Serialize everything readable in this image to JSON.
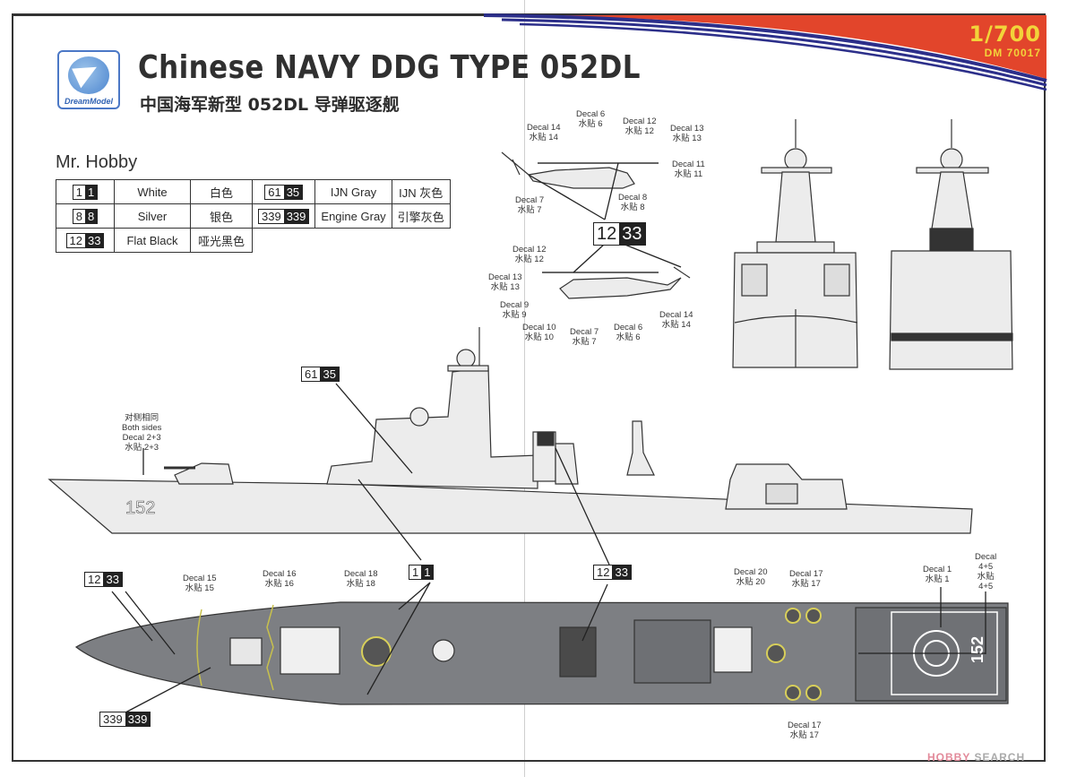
{
  "header": {
    "title_en": "Chinese NAVY DDG TYPE 052DL",
    "title_cn": "中国海军新型 052DL 导弹驱逐舰",
    "logo_text": "DreamModel",
    "scale": "1/700",
    "product_code": "DM 70017",
    "banner_colors": {
      "red": "#e2452b",
      "blue": "#2c2f8a"
    }
  },
  "paint_guide": {
    "brand": "Mr. Hobby",
    "rows": [
      [
        {
          "code_white": "1",
          "code_black": "1",
          "name_en": "White",
          "name_cn": "白色"
        },
        {
          "code_white": "61",
          "code_black": "35",
          "name_en": "IJN Gray",
          "name_cn": "IJN 灰色"
        }
      ],
      [
        {
          "code_white": "8",
          "code_black": "8",
          "name_en": "Silver",
          "name_cn": "银色"
        },
        {
          "code_white": "339",
          "code_black": "339",
          "name_en": "Engine Gray",
          "name_cn": "引擎灰色"
        }
      ],
      [
        {
          "code_white": "12",
          "code_black": "33",
          "name_en": "Flat Black",
          "name_cn": "哑光黑色"
        }
      ]
    ]
  },
  "helicopter_top": {
    "labels": [
      {
        "en": "Decal 14",
        "cn": "水贴 14"
      },
      {
        "en": "Decal 6",
        "cn": "水贴 6"
      },
      {
        "en": "Decal 12",
        "cn": "水贴 12"
      },
      {
        "en": "Decal 13",
        "cn": "水贴 13"
      },
      {
        "en": "Decal 11",
        "cn": "水贴 11"
      },
      {
        "en": "Decal 7",
        "cn": "水贴 7"
      },
      {
        "en": "Decal 8",
        "cn": "水贴 8"
      }
    ],
    "callout": {
      "code_white": "12",
      "code_black": "33"
    }
  },
  "helicopter_bottom": {
    "labels": [
      {
        "en": "Decal 12",
        "cn": "水贴 12"
      },
      {
        "en": "Decal 13",
        "cn": "水贴 13"
      },
      {
        "en": "Decal 9",
        "cn": "水贴 9"
      },
      {
        "en": "Decal 10",
        "cn": "水贴 10"
      },
      {
        "en": "Decal 7",
        "cn": "水贴 7"
      },
      {
        "en": "Decal 6",
        "cn": "水贴 6"
      },
      {
        "en": "Decal 14",
        "cn": "水贴 14"
      }
    ]
  },
  "side_view": {
    "both_sides_cn": "对侧相同",
    "both_sides_en": "Both sides",
    "decal_en": "Decal 2+3",
    "decal_cn": "水贴 2+3",
    "hull_number": "152",
    "callout_gray": {
      "code_white": "61",
      "code_black": "35"
    },
    "callout_white": {
      "code_white": "1",
      "code_black": "1"
    },
    "callout_black": {
      "code_white": "12",
      "code_black": "33"
    }
  },
  "top_view": {
    "callout_black": {
      "code_white": "12",
      "code_black": "33"
    },
    "callout_engine": {
      "code_white": "339",
      "code_black": "339"
    },
    "labels": {
      "d15": {
        "en": "Decal 15",
        "cn": "水贴 15"
      },
      "d16": {
        "en": "Decal 16",
        "cn": "水贴 16"
      },
      "d18": {
        "en": "Decal 18",
        "cn": "水贴 18"
      },
      "d20": {
        "en": "Decal 20",
        "cn": "水贴 20"
      },
      "d17a": {
        "en": "Decal 17",
        "cn": "水贴 17"
      },
      "d17b": {
        "en": "Decal 17",
        "cn": "水贴 17"
      },
      "d1": {
        "en": "Decal 1",
        "cn": "水贴 1"
      },
      "d45": {
        "en": "Decal",
        "num": "4+5",
        "cn": "水贴",
        "num2": "4+5"
      }
    },
    "deck_number": "152"
  },
  "watermark": {
    "part1": "HOBBY",
    "part2": "SEARCH"
  }
}
